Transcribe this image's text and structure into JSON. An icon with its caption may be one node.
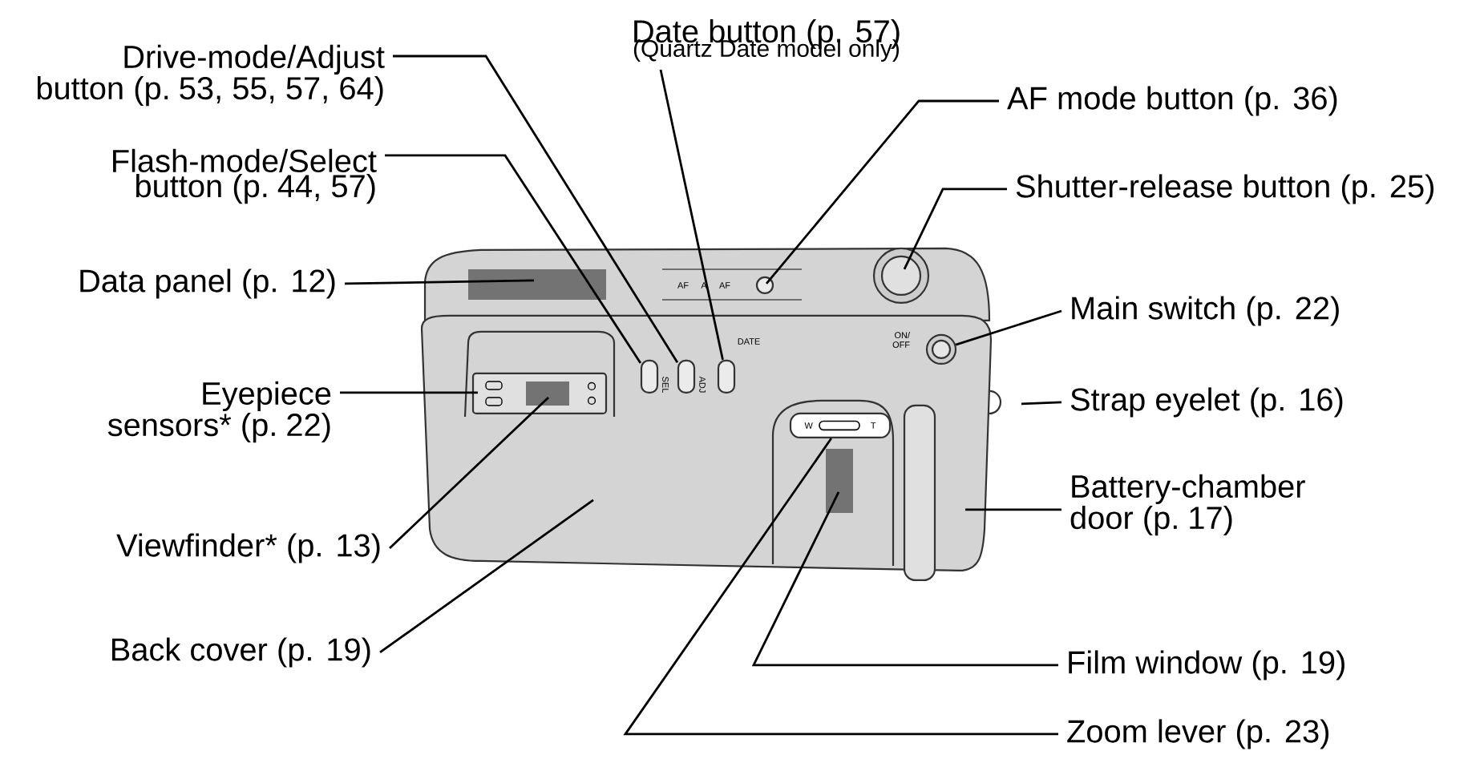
{
  "diagram": {
    "nodes": [
      {
        "text": [
          "Drive-mode/Adjust button (p. 53, 55, 57, 64)"
        ]
      },
      {
        "text": [
          "Flash-mode/Select button (p. 44, 57)"
        ]
      },
      {
        "text": [
          "Date button (p. 57)",
          "(Quartz Date model only)"
        ]
      },
      {
        "text": [
          "AF mode button (p. 36)"
        ]
      },
      {
        "text": [
          "Shutter-release button (p. 25)"
        ]
      },
      {
        "text": [
          "Main switch (p. 22)"
        ]
      },
      {
        "text": [
          "Strap eyelet (p. 16)"
        ]
      },
      {
        "text": [
          "Battery-chamber door (p. 17)"
        ]
      },
      {
        "text": [
          "Film window (p. 19)"
        ]
      },
      {
        "text": [
          "Zoom lever (p. 23)"
        ]
      },
      {
        "text": [
          "Data panel (p. 12)"
        ]
      },
      {
        "text": [
          "Eyepiece sensors* (p. 22)"
        ]
      },
      {
        "text": [
          "Viewfinder* (p. 13)"
        ]
      },
      {
        "text": [
          "Back cover (p. 19)"
        ]
      },
      {
        "text": [
          "W",
          "T"
        ]
      },
      {
        "text": [],
        "shape": "box",
        "beside": [
          "SEL"
        ]
      },
      {
        "text": [],
        "shape": "box",
        "beside": [
          "ADJ"
        ]
      },
      {
        "text": [],
        "shape": "box",
        "beside": [
          "DATE"
        ]
      },
      {
        "text": [],
        "shape": "circle"
      }
    ],
    "edges": [
      {
        "from": 0,
        "to": 16,
        "arrow": "none"
      },
      {
        "from": 1,
        "to": 15,
        "arrow": "none"
      },
      {
        "from": 2,
        "to": 17,
        "arrow": "none"
      },
      {
        "from": 3,
        "to": null,
        "arrow": "none"
      },
      {
        "from": 4,
        "to": null,
        "arrow": "none"
      },
      {
        "from": 5,
        "to": 18,
        "arrow": "none"
      },
      {
        "from": 6,
        "to": null,
        "arrow": "none"
      },
      {
        "from": 7,
        "to": null,
        "arrow": "none"
      },
      {
        "from": 8,
        "to": null,
        "arrow": "none"
      },
      {
        "from": 9,
        "to": 14,
        "arrow": "none"
      },
      {
        "from": 10,
        "to": null,
        "arrow": "none"
      },
      {
        "from": 11,
        "to": null,
        "arrow": "none"
      },
      {
        "from": 12,
        "to": null,
        "arrow": "none"
      },
      {
        "from": 13,
        "to": null,
        "arrow": "none"
      }
    ],
    "labels": [
      "AF",
      "A",
      "AF",
      "ON/ OFF"
    ]
  }
}
